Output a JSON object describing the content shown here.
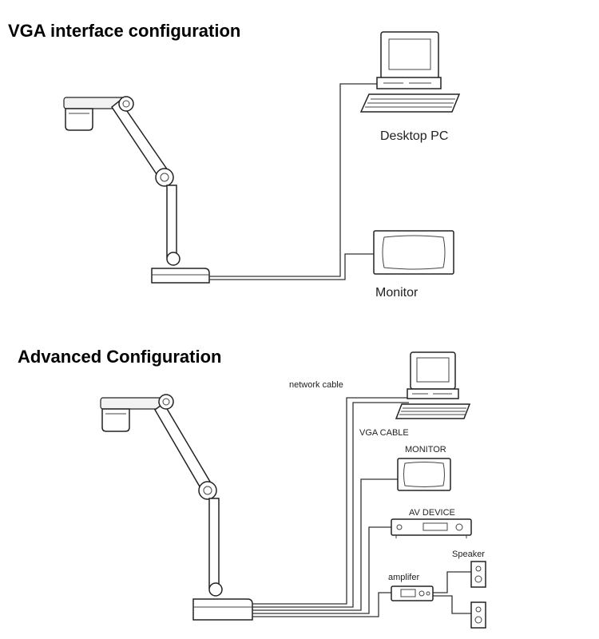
{
  "sections": {
    "vga": {
      "title": "VGA interface configuration",
      "labels": {
        "desktop_pc": "Desktop PC",
        "monitor": "Monitor"
      }
    },
    "advanced": {
      "title": "Advanced Configuration",
      "labels": {
        "network_cable": "network cable",
        "vga_cable": "VGA CABLE",
        "monitor": "MONITOR",
        "av_device": "AV DEVICE",
        "speaker": "Speaker",
        "amplifier": "amplifer"
      }
    }
  }
}
